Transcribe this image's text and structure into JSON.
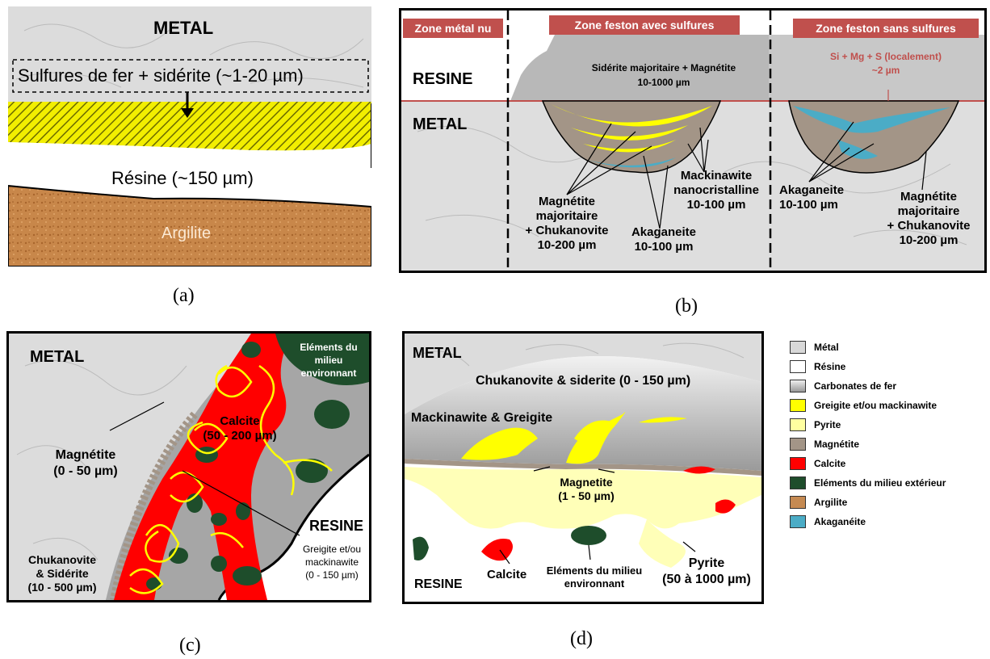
{
  "panel_a": {
    "metal": "METAL",
    "layer": "Sulfures de fer + sidérite (~1-20 µm)",
    "resin": "Résine (~150 µm)",
    "argilite": "Argilite",
    "caption": "(a)"
  },
  "panel_b": {
    "zone1": "Zone métal nu",
    "zone2": "Zone feston avec sulfures",
    "zone3": "Zone feston sans sulfures",
    "resine": "RESINE",
    "metal": "METAL",
    "siderite_1": "Sidérite majoritaire + Magnétite",
    "siderite_2": "10-1000 µm",
    "si_1": "Si + Mg + S (localement)",
    "si_2": "~2 µm",
    "mag1_1": "Magnétite",
    "mag1_2": "majoritaire",
    "mag1_3": "+ Chukanovite",
    "mag1_4": "10-200 µm",
    "aka1_1": "Akaganeite",
    "aka1_2": "10-100 µm",
    "mack_1": "Mackinawite",
    "mack_2": "nanocristalline",
    "mack_3": "10-100 µm",
    "aka2_1": "Akaganeite",
    "aka2_2": "10-100 µm",
    "mag2_1": "Magnétite",
    "mag2_2": "majoritaire",
    "mag2_3": "+ Chukanovite",
    "mag2_4": "10-200 µm",
    "caption": "(b)"
  },
  "panel_c": {
    "metal": "METAL",
    "elements_1": "Eléments du",
    "elements_2": "milieu",
    "elements_3": "environnant",
    "calcite_1": "Calcite",
    "calcite_2": "(50 - 200 µm)",
    "magnetite_1": "Magnétite",
    "magnetite_2": "(0 - 50 µm)",
    "resine": "RESINE",
    "chuka_1": "Chukanovite",
    "chuka_2": "& Sidérite",
    "chuka_3": "(10 - 500 µm)",
    "greig_1": "Greigite et/ou",
    "greig_2": "mackinawite",
    "greig_3": "(0 - 150 µm)",
    "caption": "(c)"
  },
  "panel_d": {
    "metal": "METAL",
    "chuka": "Chukanovite & siderite (0 - 150 µm)",
    "mack": "Mackinawite & Greigite",
    "mag_1": "Magnetite",
    "mag_2": "(1 - 50 µm)",
    "elem_1": "Eléments du milieu",
    "elem_2": "environnant",
    "calcite": "Calcite",
    "resine": "RESINE",
    "pyrite_1": "Pyrite",
    "pyrite_2": "(50 à 1000 µm)",
    "caption": "(d)"
  },
  "legend": {
    "items": [
      {
        "label": "Métal",
        "color": "#d8d8d8"
      },
      {
        "label": "Résine",
        "color": "#ffffff"
      },
      {
        "label": "Carbonates de fer",
        "color": "#a6a6a6"
      },
      {
        "label": "Greigite et/ou mackinawite",
        "color": "#ffff00"
      },
      {
        "label": "Pyrite",
        "color": "#ffffa0"
      },
      {
        "label": "Magnétite",
        "color": "#a39587"
      },
      {
        "label": "Calcite",
        "color": "#ff0000"
      },
      {
        "label": "Eléments du milieu extérieur",
        "color": "#1e4d2b"
      },
      {
        "label": "Argilite",
        "color": "#c58a52"
      },
      {
        "label": "Akaganéite",
        "color": "#4bacc6"
      }
    ]
  }
}
